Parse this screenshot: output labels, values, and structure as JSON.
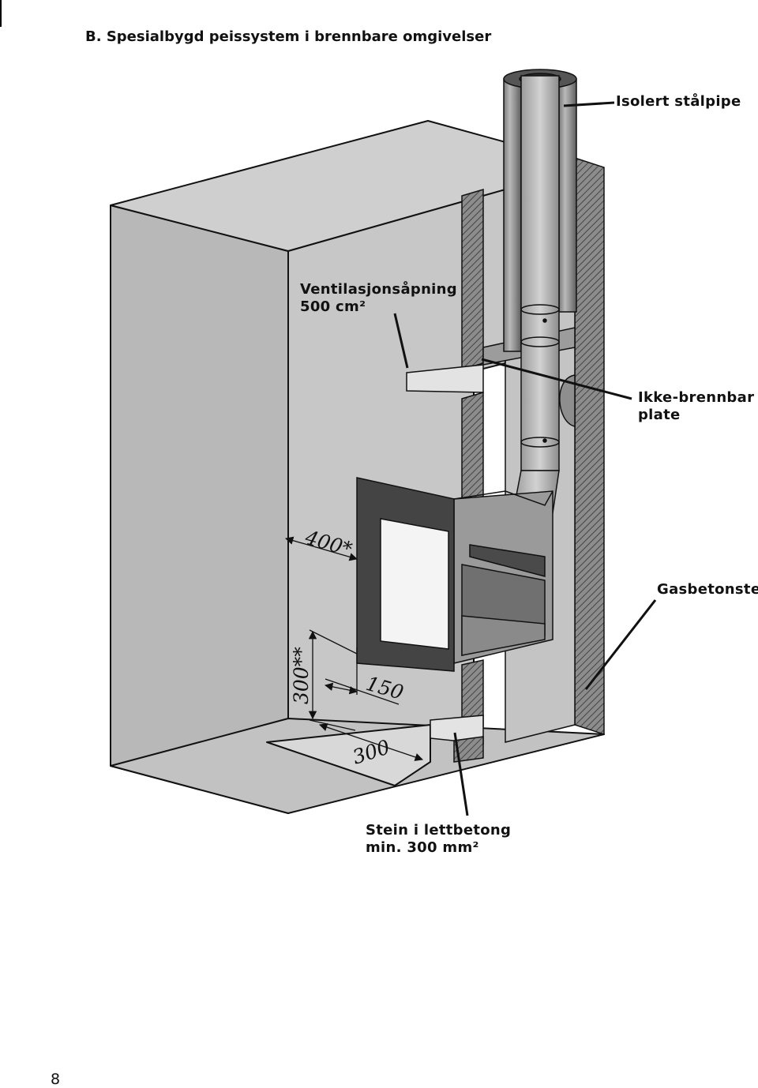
{
  "heading": "B. Spesialbygd peissystem i brennbare omgivelser",
  "labels": {
    "insulated_pipe": "Isolert stålpipe",
    "ventilation_line1": "Ventilasjonsåpning",
    "ventilation_line2": "500 cm²",
    "noncombustible_line1": "Ikke-brennbar",
    "noncombustible_line2": "plate",
    "aerated_concrete": "Gasbetonsten",
    "stone_line1": "Stein i lettbetong",
    "stone_line2": "min. 300 mm²"
  },
  "dimensions": {
    "side_clearance": "400*",
    "floor_height": "300**",
    "front_depth": "150",
    "plate_depth": "300"
  },
  "page_number": "8",
  "colors": {
    "wall_fill": "#c8c8c8",
    "wall_dark": "#a9a9a9",
    "pipe_dark": "#6f6f6f",
    "pipe_light": "#a7a7a7",
    "insert_frame": "#444444",
    "glass": "#f4f4f4"
  }
}
